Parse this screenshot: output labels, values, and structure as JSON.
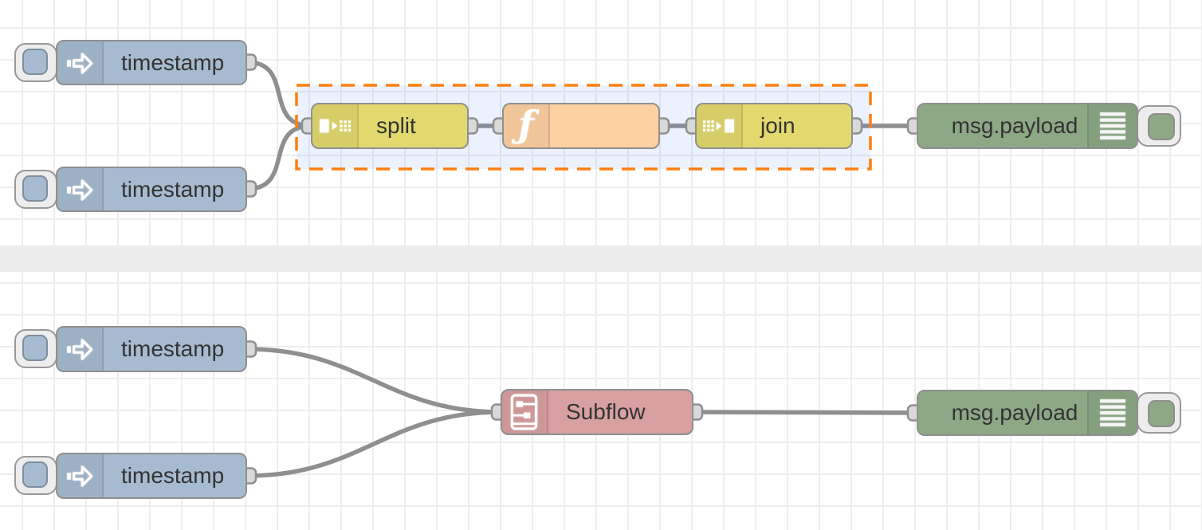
{
  "app_context": "Node-RED flow editor canvas",
  "palette": {
    "inject": "#a6bbcf",
    "split_join": "#e2d96e",
    "function": "#fdd0a2",
    "subflow": "#d8a0a0",
    "debug": "#8ca885",
    "wire": "#8f8f8f",
    "port": "#d9d9d9",
    "node_border": "#909090",
    "selection_stroke": "#ff7f0e",
    "selection_fill": "rgba(70,130,235,0.10)",
    "grid_line": "#eeeeee",
    "divider": "#ececec",
    "label": "#333333"
  },
  "nodes": {
    "inject_top_1": {
      "type": "inject",
      "label": "timestamp",
      "icon": "inject-arrow-icon"
    },
    "inject_top_2": {
      "type": "inject",
      "label": "timestamp",
      "icon": "inject-arrow-icon"
    },
    "split": {
      "type": "split",
      "label": "split",
      "icon": "split-icon"
    },
    "function": {
      "type": "function",
      "label": "",
      "icon": "function-f-icon"
    },
    "join": {
      "type": "join",
      "label": "join",
      "icon": "join-icon"
    },
    "debug_top": {
      "type": "debug",
      "label": "msg.payload",
      "icon": "debug-list-icon"
    },
    "inject_bottom_1": {
      "type": "inject",
      "label": "timestamp",
      "icon": "inject-arrow-icon"
    },
    "inject_bottom_2": {
      "type": "inject",
      "label": "timestamp",
      "icon": "inject-arrow-icon"
    },
    "subflow": {
      "type": "subflow",
      "label": "Subflow",
      "icon": "subflow-icon"
    },
    "debug_bottom": {
      "type": "debug",
      "label": "msg.payload",
      "icon": "debug-list-icon"
    }
  },
  "selection": {
    "contains": [
      "split",
      "function",
      "join"
    ]
  },
  "connections": [
    {
      "from": "inject_top_1",
      "to": "split"
    },
    {
      "from": "inject_top_2",
      "to": "split"
    },
    {
      "from": "split",
      "to": "function"
    },
    {
      "from": "function",
      "to": "join"
    },
    {
      "from": "join",
      "to": "debug_top"
    },
    {
      "from": "inject_bottom_1",
      "to": "subflow"
    },
    {
      "from": "inject_bottom_2",
      "to": "subflow"
    },
    {
      "from": "subflow",
      "to": "debug_bottom"
    }
  ]
}
